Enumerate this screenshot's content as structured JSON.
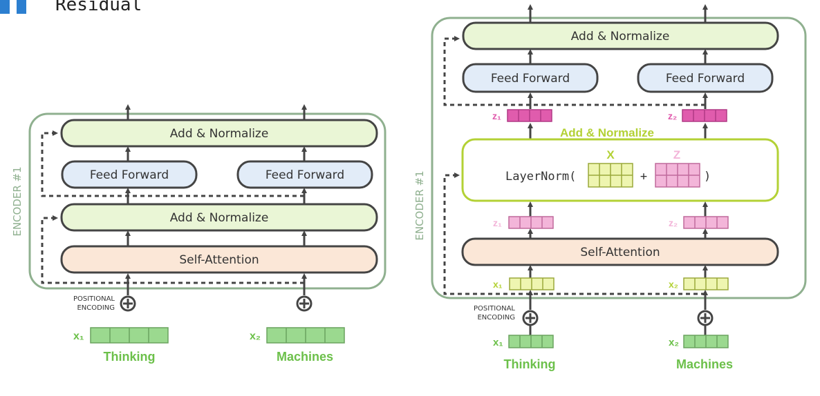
{
  "page": {
    "title": "Residual"
  },
  "colors": {
    "encoder_border": "#8fb08f",
    "add_norm_fill": "#eaf6d6",
    "feed_forward_fill": "#e2ecf8",
    "self_attention_fill": "#fbe7d7",
    "accent_green": "#6cc04a",
    "layernorm_border": "#b3d135",
    "z_strong": "#e05cad",
    "z_light": "#f3b5d9",
    "x_light": "#eef5b0",
    "x_embed": "#9bd98f"
  },
  "left": {
    "encoder_label": "ENCODER #1",
    "add_norm_top": "Add & Normalize",
    "feed_forward_1": "Feed Forward",
    "feed_forward_2": "Feed Forward",
    "add_norm_mid": "Add & Normalize",
    "self_attention": "Self-Attention",
    "positional_line1": "POSITIONAL",
    "positional_line2": "ENCODING",
    "x1": "x₁",
    "x2": "x₂",
    "word1": "Thinking",
    "word2": "Machines"
  },
  "right": {
    "encoder_label": "ENCODER #1",
    "add_norm_top": "Add & Normalize",
    "feed_forward_1": "Feed Forward",
    "feed_forward_2": "Feed Forward",
    "z1_top": "z₁",
    "z2_top": "z₂",
    "add_norm_caption": "Add & Normalize",
    "layernorm_prefix": "LayerNorm(",
    "layernorm_plus": "+",
    "layernorm_suffix": ")",
    "x_label": "X",
    "z_label": "Z",
    "z1_mid": "z₁",
    "z2_mid": "z₂",
    "self_attention": "Self-Attention",
    "x1_mid": "x₁",
    "x2_mid": "x₂",
    "positional_line1": "POSITIONAL",
    "positional_line2": "ENCODING",
    "x1": "x₁",
    "x2": "x₂",
    "word1": "Thinking",
    "word2": "Machines"
  }
}
